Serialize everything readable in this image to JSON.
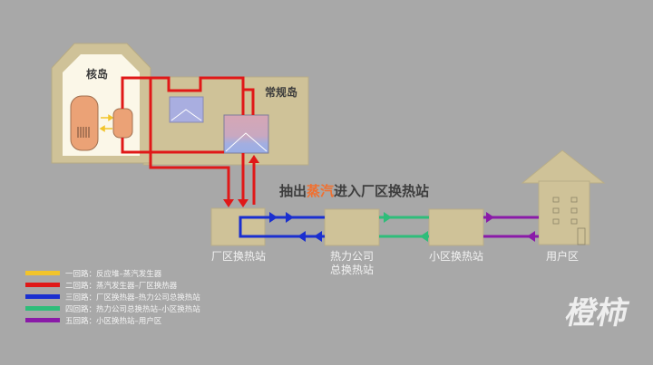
{
  "nuclear_island": {
    "label": "核岛"
  },
  "conventional_island": {
    "label": "常规岛"
  },
  "headline": {
    "prefix": "抽出",
    "highlight": "蒸汽",
    "suffix": "进入厂区换热站"
  },
  "stations": [
    {
      "label": "厂区换热站"
    },
    {
      "label": "热力公司",
      "label2": "总换热站"
    },
    {
      "label": "小区换热站"
    },
    {
      "label": "用户区"
    }
  ],
  "legend": [
    {
      "label": "一回路：反应堆–蒸汽发生器",
      "color": "#f2c42a"
    },
    {
      "label": "二回路：蒸汽发生器–厂区换热器",
      "color": "#e01818"
    },
    {
      "label": "三回路：厂区换热器–热力公司总换热站",
      "color": "#1a2fd0"
    },
    {
      "label": "四回路：热力公司总换热站–小区换热站",
      "color": "#2ebd7a"
    },
    {
      "label": "五回路：小区换热站–用户区",
      "color": "#8a1aa8"
    }
  ],
  "watermark": {
    "text": "橙柿"
  }
}
